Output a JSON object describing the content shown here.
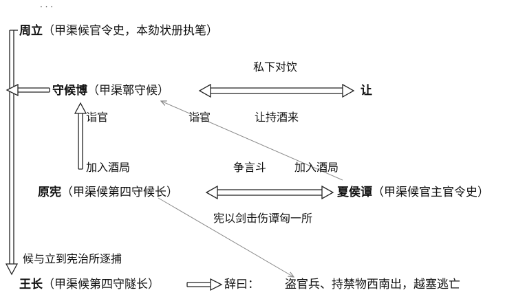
{
  "top_fragment": "· · ·",
  "nodes": {
    "zhouli": {
      "name": "周立",
      "detail": "（甲渠候官令史，本劾状册执笔）"
    },
    "shouhoubo": {
      "name": "守候博",
      "detail": "（甲渠鄣守候）"
    },
    "rang": {
      "name": "让"
    },
    "yuanxian": {
      "name": "原宪",
      "detail": "（甲渠候第四守候长）"
    },
    "xiahoutan": {
      "name": "夏侯谭",
      "detail": "（甲渠候官主官令史）"
    },
    "wangchang": {
      "name": "王长",
      "detail": "（甲渠候第四守隧长）"
    }
  },
  "labels": {
    "sixia_duiyin": "私下对饮",
    "yiguan_left": "诣官",
    "yiguan_mid": "诣官",
    "rang_chijiu": "让持酒来",
    "jiaru_left": "加入酒局",
    "zhengyandou": "争言斗",
    "jiaru_right": "加入酒局",
    "xian_jian": "宪以剑击伤谭匈一所",
    "hou_zhuobu": "候与立到宪治所逐捕",
    "ciyue": "辞曰：",
    "statement": "盗官兵、持禁物西南出，越塞逃亡"
  },
  "colors": {
    "arrow": "#222222",
    "thin_arrow": "#8a8a8a"
  }
}
